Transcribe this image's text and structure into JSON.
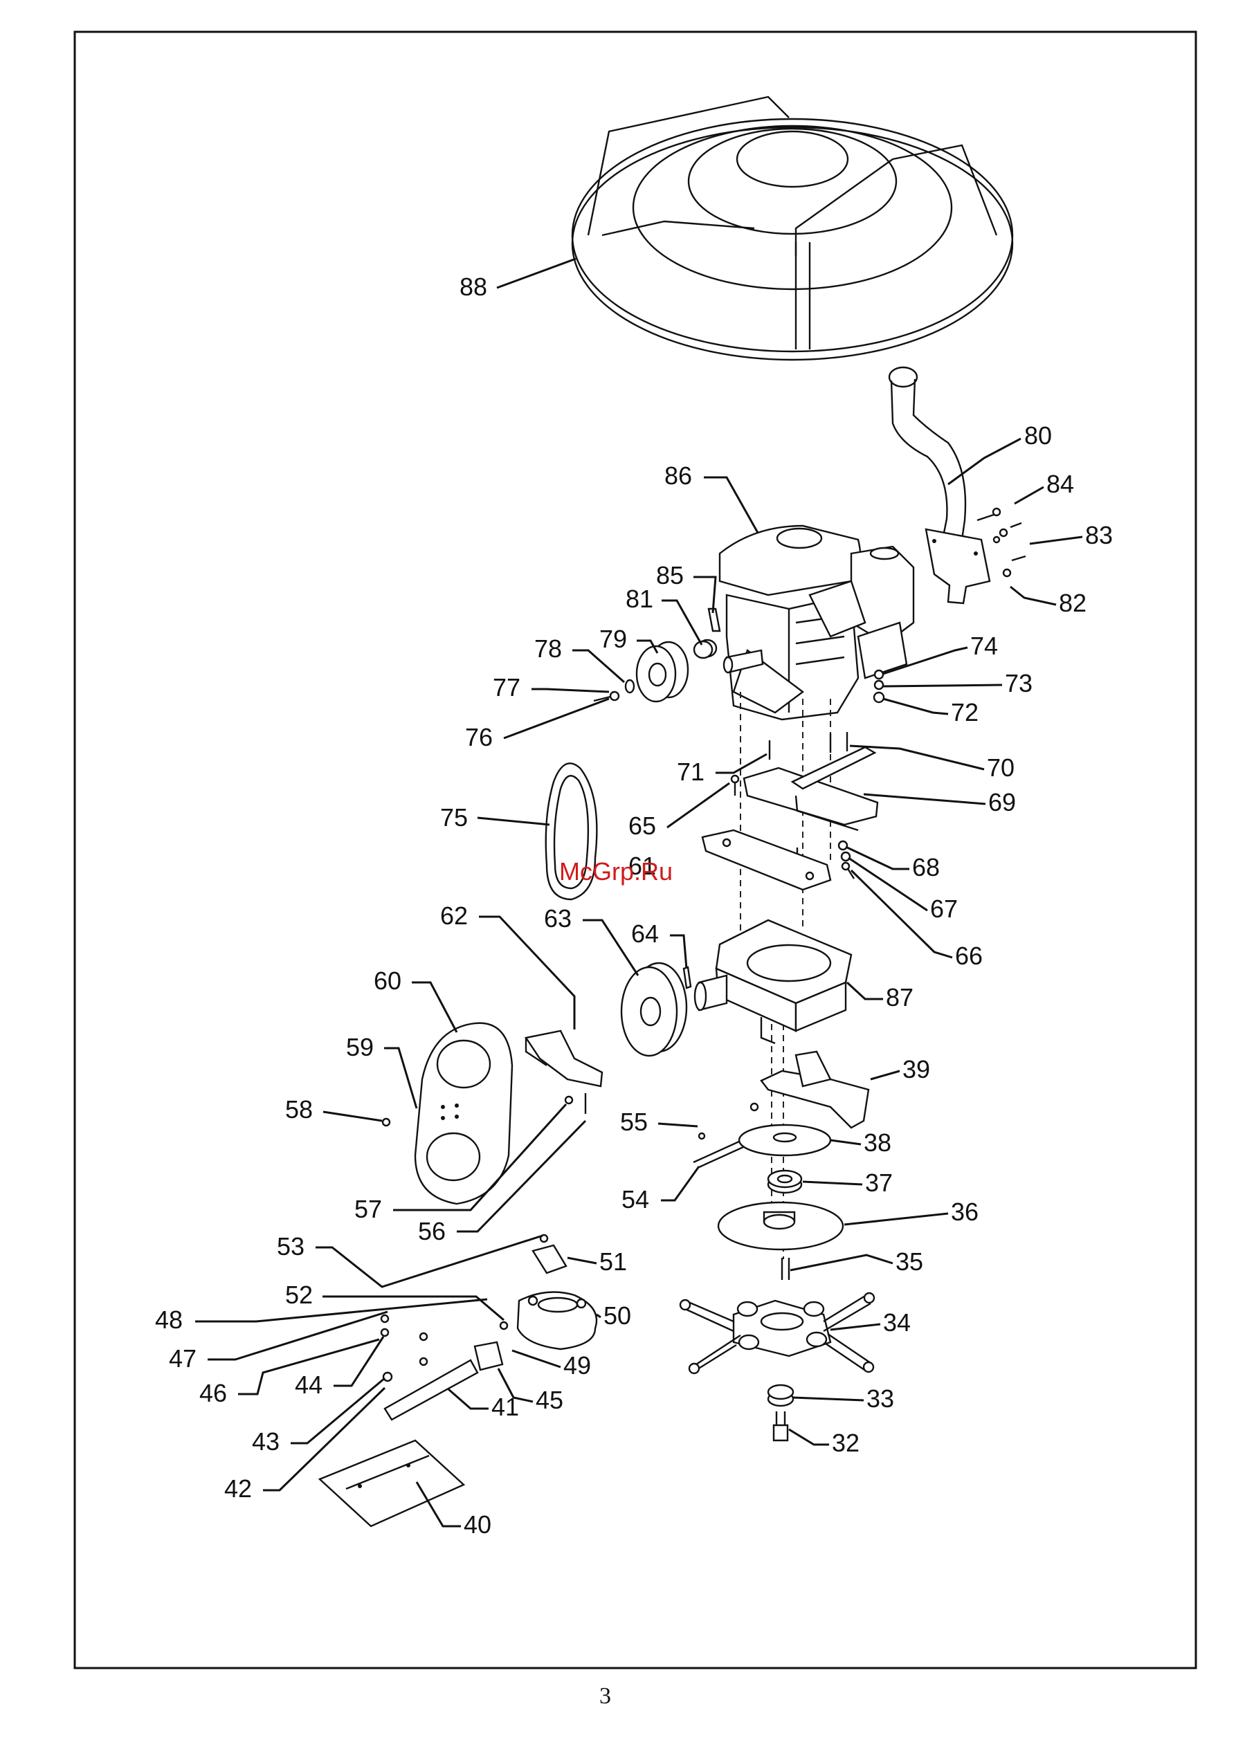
{
  "page": {
    "number": "3"
  },
  "watermark": "McGrp.Ru",
  "callouts": [
    {
      "n": "88"
    },
    {
      "n": "80"
    },
    {
      "n": "86"
    },
    {
      "n": "84"
    },
    {
      "n": "83"
    },
    {
      "n": "85"
    },
    {
      "n": "82"
    },
    {
      "n": "81"
    },
    {
      "n": "79"
    },
    {
      "n": "78"
    },
    {
      "n": "77"
    },
    {
      "n": "74"
    },
    {
      "n": "73"
    },
    {
      "n": "76"
    },
    {
      "n": "72"
    },
    {
      "n": "71"
    },
    {
      "n": "70"
    },
    {
      "n": "69"
    },
    {
      "n": "75"
    },
    {
      "n": "65"
    },
    {
      "n": "68"
    },
    {
      "n": "61"
    },
    {
      "n": "67"
    },
    {
      "n": "62"
    },
    {
      "n": "63"
    },
    {
      "n": "64"
    },
    {
      "n": "66"
    },
    {
      "n": "60"
    },
    {
      "n": "87"
    },
    {
      "n": "59"
    },
    {
      "n": "39"
    },
    {
      "n": "58"
    },
    {
      "n": "55"
    },
    {
      "n": "38"
    },
    {
      "n": "37"
    },
    {
      "n": "57"
    },
    {
      "n": "54"
    },
    {
      "n": "36"
    },
    {
      "n": "56"
    },
    {
      "n": "53"
    },
    {
      "n": "51"
    },
    {
      "n": "35"
    },
    {
      "n": "52"
    },
    {
      "n": "50"
    },
    {
      "n": "48"
    },
    {
      "n": "34"
    },
    {
      "n": "47"
    },
    {
      "n": "49"
    },
    {
      "n": "46"
    },
    {
      "n": "44"
    },
    {
      "n": "45"
    },
    {
      "n": "33"
    },
    {
      "n": "43"
    },
    {
      "n": "41"
    },
    {
      "n": "32"
    },
    {
      "n": "42"
    },
    {
      "n": "40"
    }
  ]
}
